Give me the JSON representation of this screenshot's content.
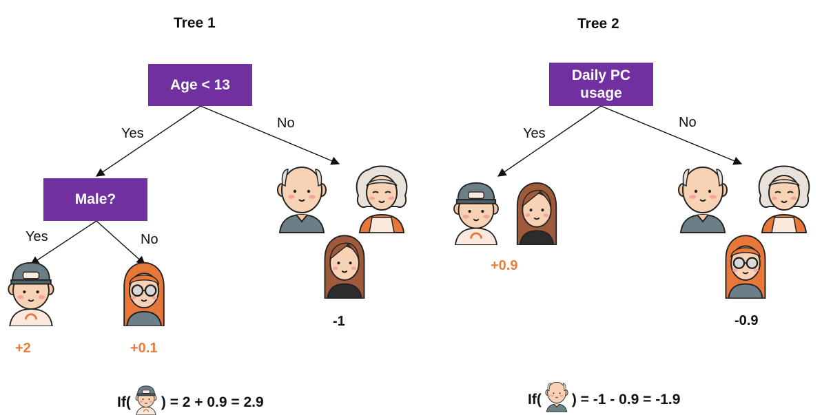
{
  "colors": {
    "node_fill": "#7030a0",
    "positive_value": "#e87d3e",
    "negative_value": "#111111"
  },
  "tree1": {
    "title": "Tree 1",
    "root": {
      "label": "Age < 13"
    },
    "root_yes": "Yes",
    "root_no": "No",
    "child": {
      "label": "Male?"
    },
    "child_yes": "Yes",
    "child_no": "No",
    "leaf_boy": "+2",
    "leaf_girl": "+0.1",
    "leaf_adults": "-1",
    "formula_prefix": "If(",
    "formula_suffix": ") = 2 + 0.9 = 2.9"
  },
  "tree2": {
    "title": "Tree 2",
    "root": {
      "label": "Daily PC usage"
    },
    "root_yes": "Yes",
    "root_no": "No",
    "leaf_young": "+0.9",
    "leaf_others": "-0.9",
    "formula_prefix": "If(",
    "formula_suffix": ") = -1 - 0.9 = -1.9"
  },
  "icons": [
    "boy-cap-icon",
    "girl-glasses-icon",
    "old-man-icon",
    "old-woman-icon",
    "young-woman-icon"
  ]
}
